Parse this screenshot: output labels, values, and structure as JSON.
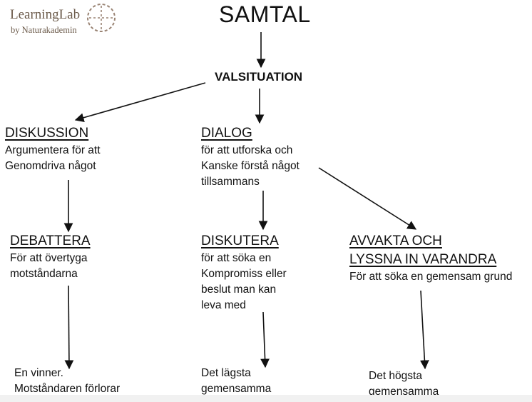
{
  "logo": {
    "name": "LearningLab",
    "tagline": "by Naturakademin"
  },
  "title": "SAMTAL",
  "choice": "VALSITUATION",
  "nodes": {
    "diskussion": {
      "heading": "DISKUSSION",
      "line1": "Argumentera för att",
      "line2": "Genomdriva något"
    },
    "dialog": {
      "heading": "DIALOG",
      "line1": "för att utforska och",
      "line2": "Kanske förstå något",
      "line3": "tillsammans"
    },
    "debattera": {
      "heading": "DEBATTERA",
      "line1": "För att övertyga",
      "line2": "motståndarna"
    },
    "diskutera": {
      "heading": "DISKUTERA",
      "line1": "för att söka en",
      "line2": "Kompromiss eller",
      "line3": "beslut man kan",
      "line4": "leva med"
    },
    "avvakta": {
      "heading1": "AVVAKTA OCH",
      "heading2": "LYSSNA IN VARANDRA",
      "line1": "För att söka en gemensam grund"
    }
  },
  "outcomes": {
    "debattera": {
      "line1": "En vinner.",
      "line2": "Motståndaren förlorar"
    },
    "diskutera": {
      "line1": "Det lägsta",
      "line2": "gemensamma"
    },
    "avvakta": {
      "line1": "Det högsta",
      "line2": "gemensamma"
    }
  }
}
